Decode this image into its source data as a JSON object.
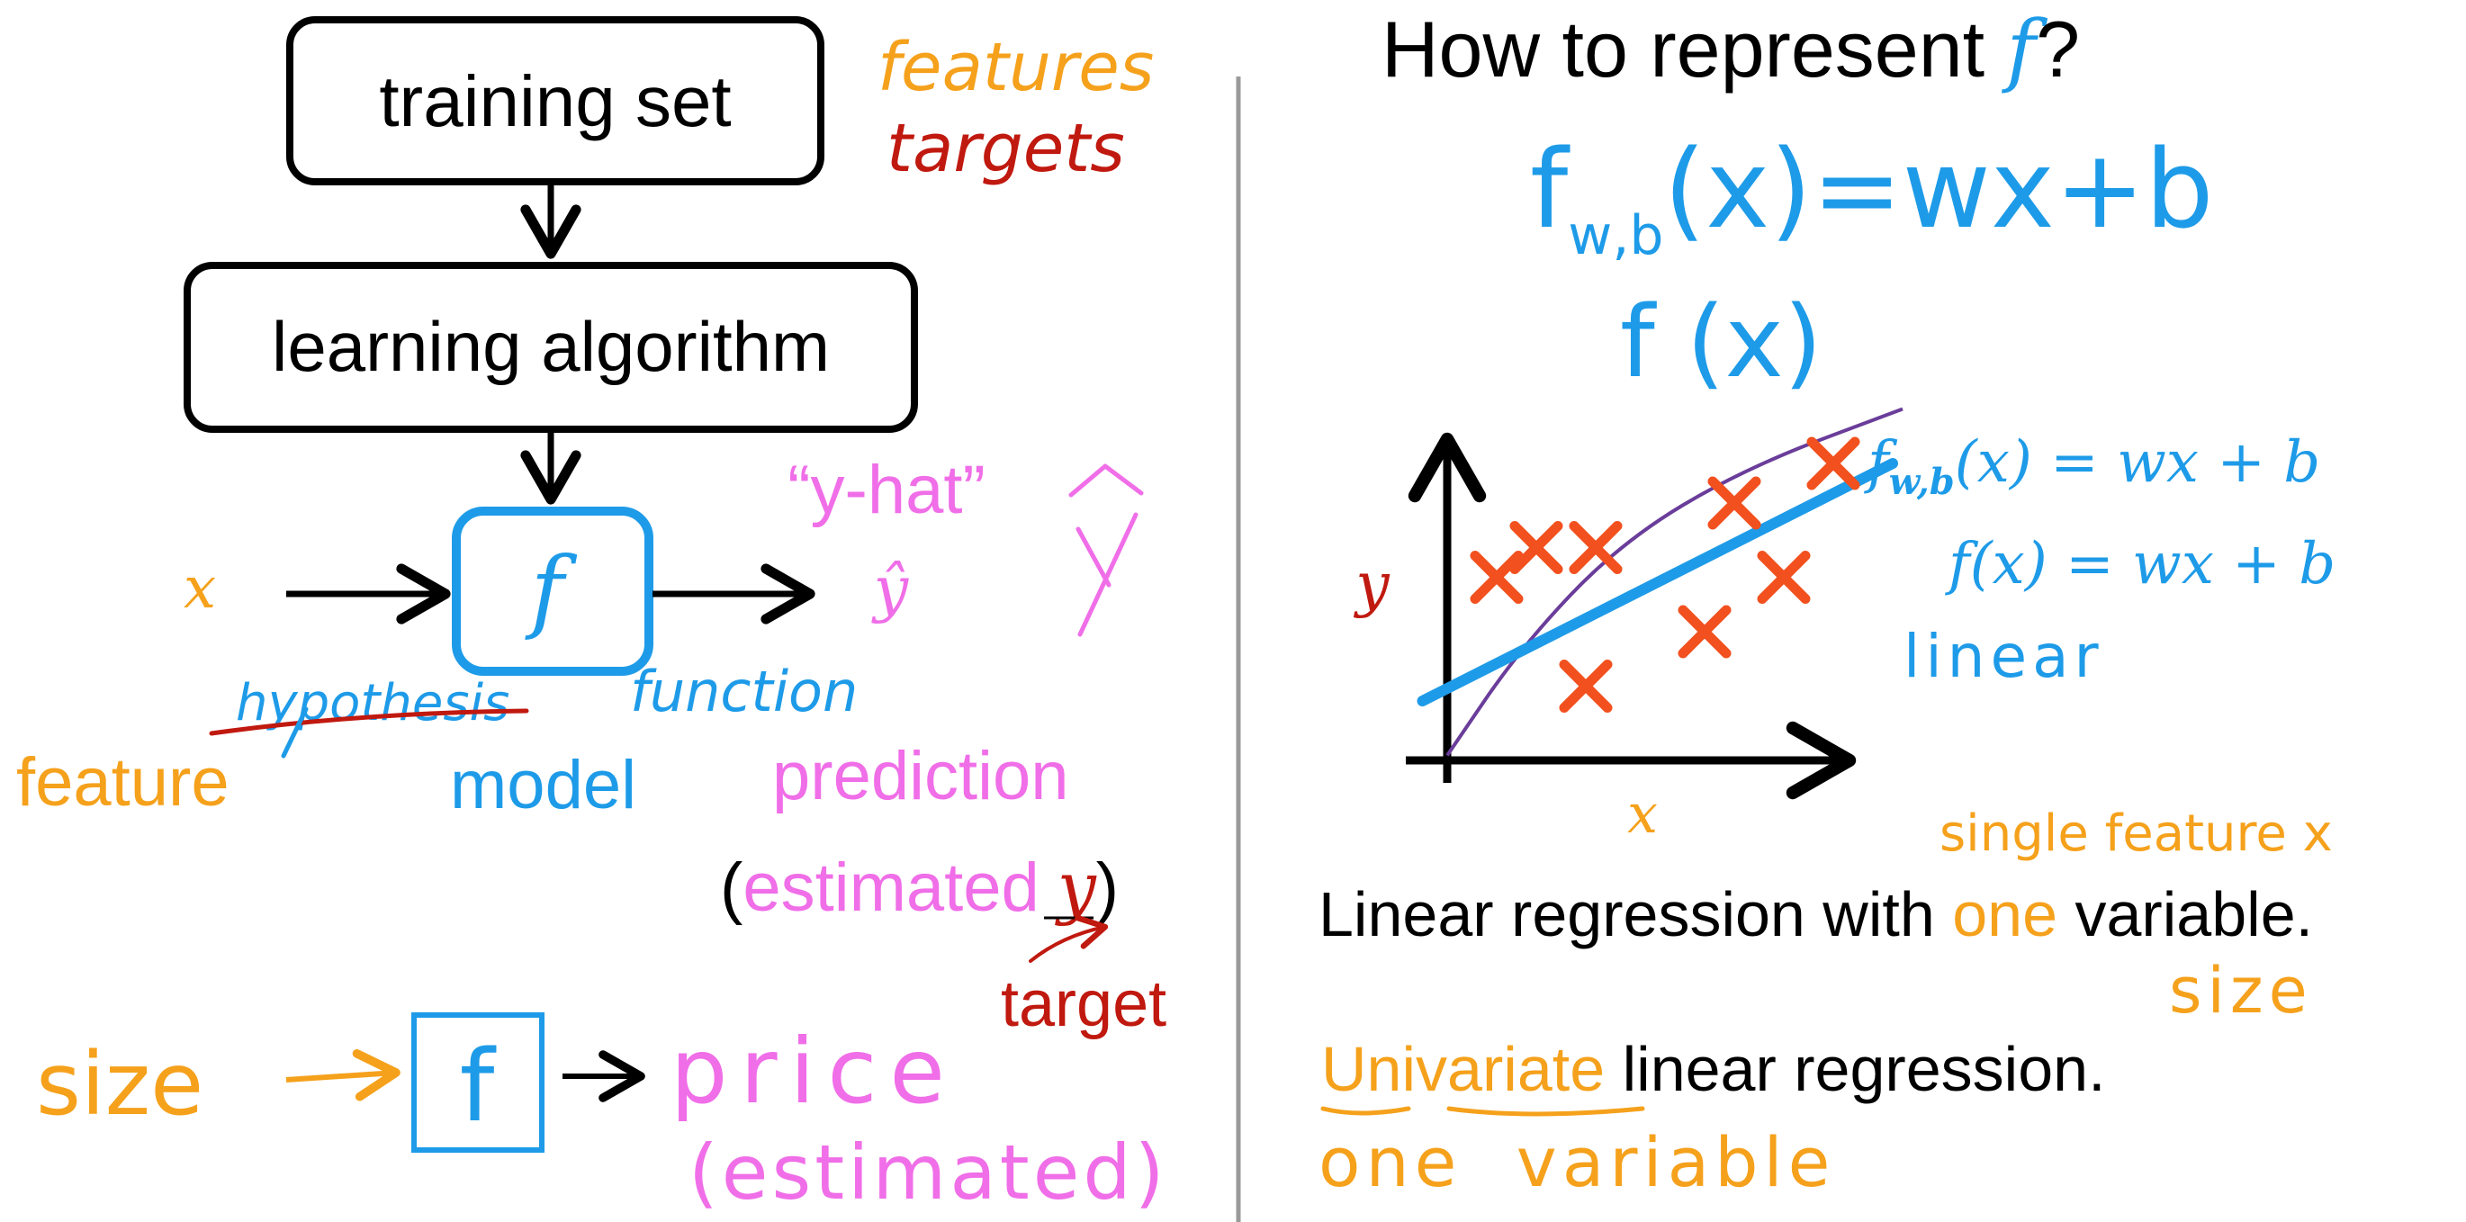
{
  "colors": {
    "ink": "#000000",
    "blue": "#1E9BE8",
    "orange": "#F5A11C",
    "pink": "#F06EE8",
    "red": "#C0190F",
    "cross": "#F2501E",
    "curve": "#6A3D9A",
    "divider": "#9a9a9a"
  },
  "left": {
    "training_set": "training set",
    "learning_algorithm": "learning algorithm",
    "features_note": "features",
    "targets_note": "targets",
    "model_symbol": "f",
    "input_symbol": "x",
    "y_hat_quote": "“y-hat”",
    "y_hat_symbol": "ŷ",
    "struck_word": "hypothesis",
    "function_word": "function",
    "feature_label": "feature",
    "model_label": "model",
    "prediction_label": "prediction",
    "estimated_open": "(",
    "estimated_word": "estimated",
    "estimated_y": "y",
    "estimated_close": ")",
    "target_label": "target",
    "size_label": "size",
    "small_f": "f",
    "price_label": "price",
    "estimated_paren": "(estimated)"
  },
  "right": {
    "title_prefix": "How to represent ",
    "title_f": "f",
    "title_suffix": "?",
    "formula_sub_f": "f",
    "formula_sub": "w,b",
    "formula_rest": "(x)=wx+b",
    "f_of_x": "f (x)",
    "plot_eq1_f": "f",
    "plot_eq1_sub": "w,b",
    "plot_eq1_rest": "(x) = wx + b",
    "plot_eq2": "f(x) = wx + b",
    "linear_label": "linear",
    "single_feature_note": "single feature x",
    "linreg_black1": "Linear regression with ",
    "linreg_one": "one",
    "linreg_black2": " variable.",
    "size_note": "size",
    "univariate": "Univariate",
    "univariate_rest": " linear regression.",
    "one_variable_note": "one  variable"
  },
  "chart_data": {
    "type": "scatter",
    "title": "",
    "xlabel": "x",
    "ylabel": "y",
    "grid": false,
    "x": [
      1.0,
      1.8,
      2.8,
      3.0,
      5.2,
      5.8,
      6.8,
      7.8
    ],
    "y": [
      3.7,
      4.3,
      1.5,
      4.3,
      2.6,
      5.2,
      3.7,
      6.0
    ],
    "fit_line": {
      "start": [
        -0.5,
        1.2
      ],
      "end": [
        9.0,
        6.0
      ]
    },
    "curve": [
      [
        0.0,
        0.1
      ],
      [
        1.5,
        2.3
      ],
      [
        3.5,
        4.4
      ],
      [
        6.0,
        5.9
      ],
      [
        9.2,
        7.1
      ]
    ]
  }
}
